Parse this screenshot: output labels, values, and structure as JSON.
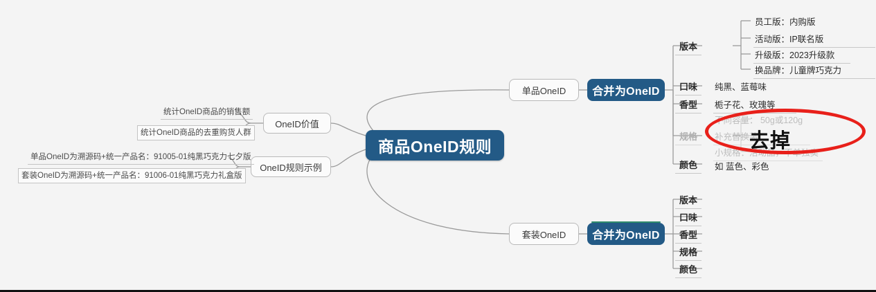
{
  "canvas": {
    "background": "#f4f4f4",
    "accent_blue": "#235a86",
    "annotation_red": "#e8201a",
    "muted_grey": "#bdbdbd"
  },
  "root": {
    "label": "商品OneID规则"
  },
  "left_branches": [
    {
      "title": "OneID价值",
      "leaves": [
        "统计OneID商品的销售额",
        "统计OneID商品的去重购货人群"
      ]
    },
    {
      "title": "OneID规则示例",
      "leaves": [
        "单品OneID为溯源码+统一产品名：91005-01纯黑巧克力七夕版",
        "套装OneID为溯源码+统一产品名：91006-01纯黑巧克力礼盒版"
      ]
    }
  ],
  "right_branches": [
    {
      "name": "单品OneID",
      "merge_label": "合并为OneID",
      "has_top_rule": false,
      "categories": [
        {
          "label": "版本",
          "muted": false,
          "values": [
            {
              "text": "员工版：内购版",
              "muted": false
            },
            {
              "text": "活动版：IP联名版",
              "muted": false
            },
            {
              "text": "升级版：2023升级款",
              "muted": false
            },
            {
              "text": "换品牌：儿童牌巧克力",
              "muted": false
            }
          ]
        },
        {
          "label": "口味",
          "muted": false,
          "values": [
            {
              "text": "纯黑、蓝莓味",
              "muted": false
            }
          ]
        },
        {
          "label": "香型",
          "muted": false,
          "values": [
            {
              "text": "栀子花、玫瑰等",
              "muted": false
            }
          ]
        },
        {
          "label": "规格",
          "muted": true,
          "values": [
            {
              "text": "不同容量： 50g或120g",
              "muted": true
            },
            {
              "text": "补充替换装",
              "muted": true
            },
            {
              "text": "小规格：活动品，不单独卖",
              "muted": true
            }
          ]
        },
        {
          "label": "颜色",
          "muted": false,
          "values": [
            {
              "text": "如 蓝色、彩色",
              "muted": false
            }
          ]
        }
      ]
    },
    {
      "name": "套装OneID",
      "merge_label": "合并为OneID",
      "has_top_rule": true,
      "categories": [
        {
          "label": "版本",
          "muted": false,
          "values": []
        },
        {
          "label": "口味",
          "muted": false,
          "values": []
        },
        {
          "label": "香型",
          "muted": false,
          "values": []
        },
        {
          "label": "规格",
          "muted": false,
          "values": []
        },
        {
          "label": "颜色",
          "muted": false,
          "values": []
        }
      ]
    }
  ],
  "annotation": {
    "text": "去掉",
    "shape": "ellipse",
    "color": "#e8201a"
  }
}
